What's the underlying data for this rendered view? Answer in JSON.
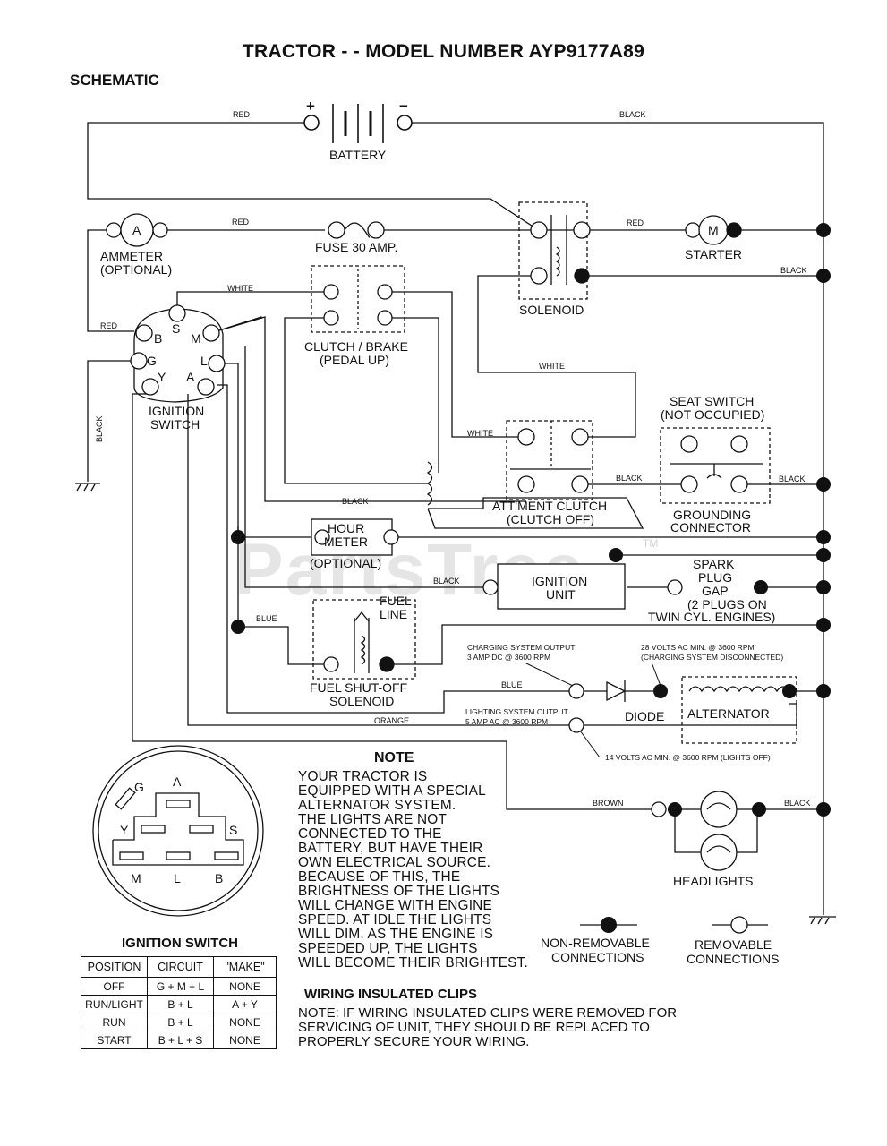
{
  "header": {
    "title": "TRACTOR - - MODEL NUMBER AYP9177A89",
    "section": "SCHEMATIC"
  },
  "components": {
    "battery": "BATTERY",
    "battery_plus": "+",
    "battery_minus": "−",
    "ammeter_symbol": "A",
    "ammeter_line1": "AMMETER",
    "ammeter_line2": "(OPTIONAL)",
    "fuse": "FUSE 30 AMP.",
    "solenoid": "SOLENOID",
    "starter_symbol": "M",
    "starter": "STARTER",
    "clutch_brake_line1": "CLUTCH / BRAKE",
    "clutch_brake_line2": "(PEDAL UP)",
    "ignition_switch_line1": "IGNITION",
    "ignition_switch_line2": "SWITCH",
    "seat_switch_line1": "SEAT SWITCH",
    "seat_switch_line2": "(NOT OCCUPIED)",
    "attment_clutch_line1": "ATT'MENT CLUTCH",
    "attment_clutch_line2": "(CLUTCH OFF)",
    "grounding_line1": "GROUNDING",
    "grounding_line2": "CONNECTOR",
    "hour_meter_line1": "HOUR",
    "hour_meter_line2": "METER",
    "hour_meter_line3": "(OPTIONAL)",
    "ignition_unit_line1": "IGNITION",
    "ignition_unit_line2": "UNIT",
    "spark_line1": "SPARK",
    "spark_line2": "PLUG",
    "spark_line3": "GAP",
    "spark_line4": "(2 PLUGS ON",
    "spark_line5": "TWIN CYL. ENGINES)",
    "fuel_line1": "FUEL",
    "fuel_line2": "LINE",
    "fuel_solenoid_line1": "FUEL SHUT-OFF",
    "fuel_solenoid_line2": "SOLENOID",
    "diode": "DIODE",
    "alternator": "ALTERNATOR",
    "headlights": "HEADLIGHTS",
    "charging_line1": "CHARGING SYSTEM OUTPUT",
    "charging_line2": "3 AMP DC @ 3600 RPM",
    "ac28_line1": "28 VOLTS AC MIN. @ 3600 RPM",
    "ac28_line2": "(CHARGING SYSTEM DISCONNECTED)",
    "lighting_line1": "LIGHTING SYSTEM OUTPUT",
    "lighting_line2": "5 AMP AC @ 3600 RPM",
    "ac14": "14 VOLTS AC MIN. @ 3600 RPM (LIGHTS OFF)",
    "terminals": {
      "B": "B",
      "S": "S",
      "M": "M",
      "G": "G",
      "L": "L",
      "Y": "Y",
      "A": "A"
    }
  },
  "wires": {
    "red": "RED",
    "black": "BLACK",
    "white": "WHITE",
    "blue": "BLUE",
    "orange": "ORANGE",
    "brown": "BROWN"
  },
  "legend": {
    "non_removable_line1": "NON-REMOVABLE",
    "non_removable_line2": "CONNECTIONS",
    "removable_line1": "REMOVABLE",
    "removable_line2": "CONNECTIONS"
  },
  "note": {
    "title": "NOTE",
    "lines": [
      "YOUR TRACTOR IS",
      "EQUIPPED WITH A SPECIAL",
      "ALTERNATOR SYSTEM.",
      "THE LIGHTS ARE NOT",
      "CONNECTED TO THE",
      "BATTERY, BUT HAVE THEIR",
      "OWN ELECTRICAL SOURCE.",
      "BECAUSE OF THIS, THE",
      "BRIGHTNESS OF THE LIGHTS",
      "WILL CHANGE WITH ENGINE",
      "SPEED.  AT IDLE THE LIGHTS",
      "WILL DIM.  AS THE ENGINE IS",
      "SPEEDED UP, THE LIGHTS",
      "WILL BECOME THEIR BRIGHTEST."
    ]
  },
  "clips": {
    "title": "WIRING INSULATED CLIPS",
    "lines": [
      "NOTE: IF WIRING INSULATED CLIPS WERE REMOVED FOR",
      "SERVICING OF UNIT, THEY SHOULD BE REPLACED TO",
      "PROPERLY SECURE YOUR WIRING."
    ]
  },
  "connector_face": {
    "A": "A",
    "G": "G",
    "Y": "Y",
    "S": "S",
    "M": "M",
    "L": "L",
    "B": "B"
  },
  "ignition_table": {
    "title": "IGNITION SWITCH",
    "headers": [
      "POSITION",
      "CIRCUIT",
      "\"MAKE\""
    ],
    "rows": [
      [
        "OFF",
        "G + M + L",
        "NONE"
      ],
      [
        "RUN/LIGHT",
        "B + L",
        "A + Y"
      ],
      [
        "RUN",
        "B + L",
        "NONE"
      ],
      [
        "START",
        "B + L + S",
        "NONE"
      ]
    ]
  },
  "watermark": {
    "text": "PartsTree",
    "tm": "TM"
  }
}
